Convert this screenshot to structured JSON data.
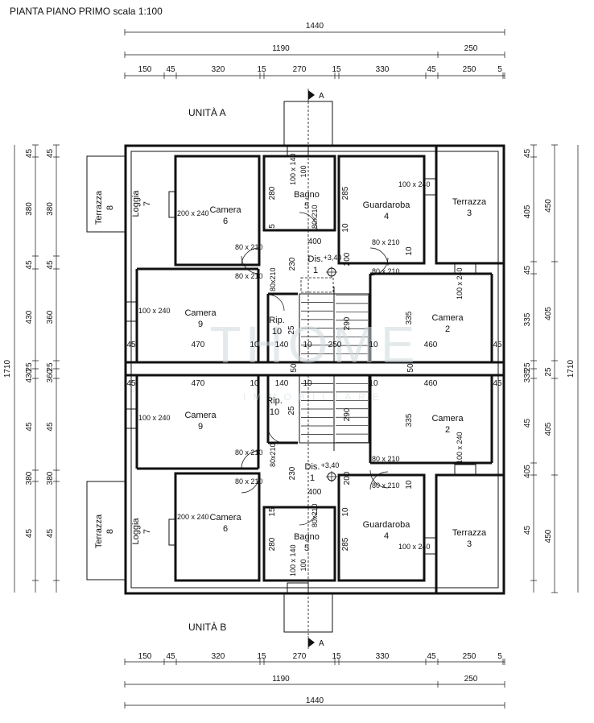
{
  "title": "PIANTA PIANO PRIMO scala 1:100",
  "units": {
    "a": "UNITÀ A",
    "b": "UNITÀ B"
  },
  "section_mark": "A",
  "watermark": {
    "main": "THOME",
    "sub": "IMMOBILIARE",
    "color": "#7fb3c7"
  },
  "dims": {
    "overall": "1440",
    "sub_left": "1190",
    "sub_right": "250",
    "segments": [
      "150",
      "45",
      "320",
      "15",
      "270",
      "15",
      "330",
      "45",
      "250",
      "5"
    ],
    "left_total": "1710",
    "left_outer": [
      "45",
      "380",
      "45",
      "430",
      "25",
      "430",
      "45",
      "380",
      "45"
    ],
    "left_inner": [
      "45",
      "380",
      "45",
      "360",
      "25",
      "360",
      "45",
      "380",
      "45"
    ],
    "right_total": "1710",
    "right_inner": [
      "45",
      "405",
      "45",
      "335",
      "25",
      "335",
      "45",
      "405",
      "45"
    ],
    "right_outer": [
      "450",
      "405",
      "25",
      "405",
      "450"
    ]
  },
  "rooms_a": {
    "terrazza_8": [
      "Terrazza",
      "8"
    ],
    "loggia_7": [
      "Loggia",
      "7"
    ],
    "camera_6": [
      "Camera",
      "6"
    ],
    "bagno_5": [
      "Bagno",
      "5"
    ],
    "guardaroba_4": [
      "Guardaroba",
      "4"
    ],
    "terrazza_3": [
      "Terrazza",
      "3"
    ],
    "camera_9": [
      "Camera",
      "9"
    ],
    "dis_1": [
      "Dis.",
      "1",
      "+3,40"
    ],
    "rip_10": [
      "Rip.",
      "10"
    ],
    "camera_2": [
      "Camera",
      "2"
    ]
  },
  "rooms_b": {
    "terrazza_8": [
      "Terrazza",
      "8"
    ],
    "loggia_7": [
      "Loggia",
      "7"
    ],
    "camera_6": [
      "Camera",
      "6"
    ],
    "bagno_5": [
      "Bagno",
      "5"
    ],
    "guardaroba_4": [
      "Guardaroba",
      "4"
    ],
    "terrazza_3": [
      "Terrazza",
      "3"
    ],
    "camera_9": [
      "Camera",
      "9"
    ],
    "dis_1": [
      "Dis.",
      "1",
      "+3,40"
    ],
    "rip_10": [
      "Rip.",
      "10"
    ],
    "camera_2": [
      "Camera",
      "2"
    ]
  },
  "openings": {
    "w200x240": "200 x 240",
    "w100x240": "100 x 240",
    "w100x140": "100 x 140",
    "d80x210": "80 x 210",
    "d80x210c": "80x210"
  },
  "inner_dims": {
    "h470": "470",
    "h10": "10",
    "h140": "140",
    "h250": "250",
    "h460": "460",
    "h45": "45",
    "h400": "400",
    "v280": "280",
    "v285": "285",
    "v230": "230",
    "v200": "200",
    "v335": "335",
    "v290": "290",
    "v50": "50",
    "v5": "5",
    "v15": "15",
    "v10": "10",
    "v25": "25",
    "v100": "100"
  }
}
